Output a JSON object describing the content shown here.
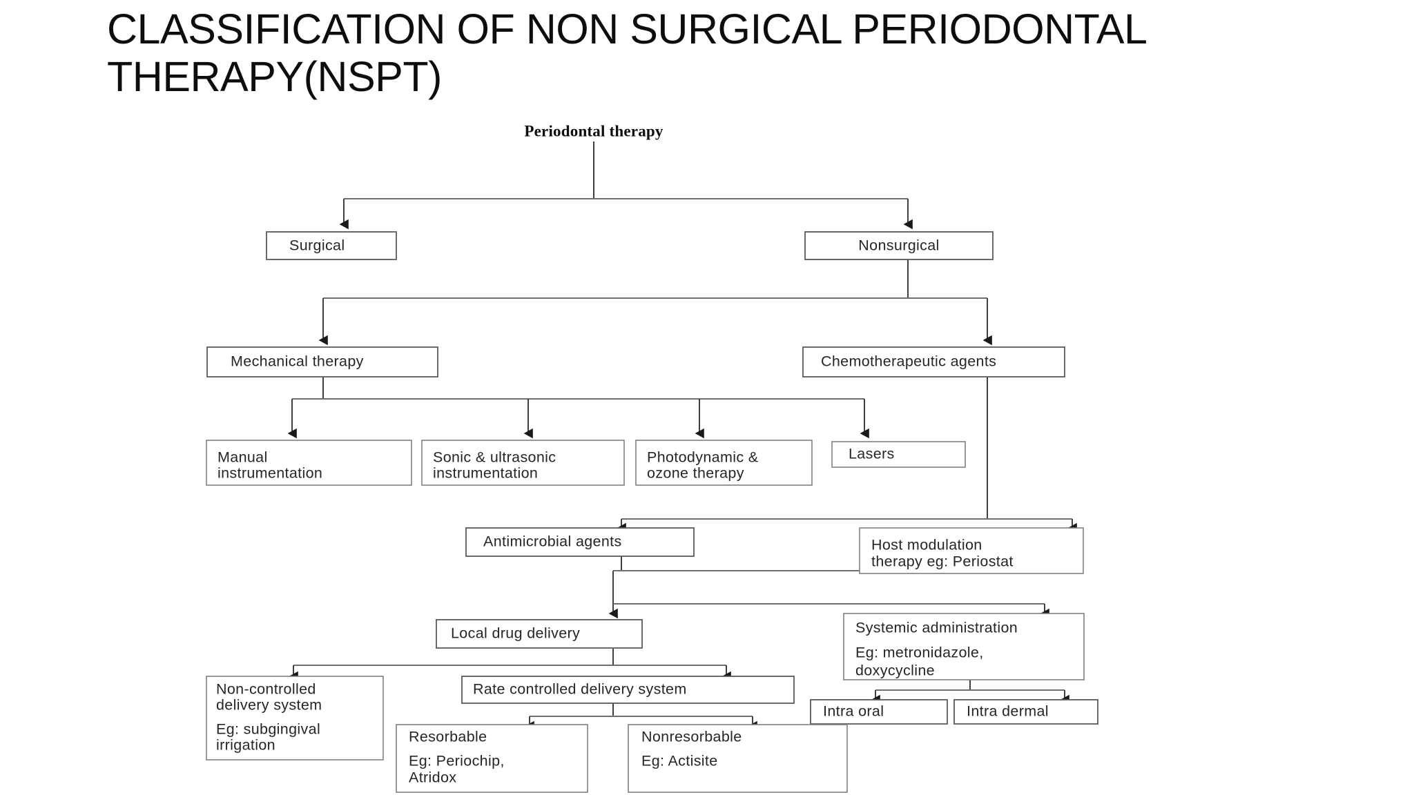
{
  "slide": {
    "title": "CLASSIFICATION OF NON SURGICAL PERIODONTAL THERAPY(NSPT)",
    "background_color": "#ffffff",
    "text_color": "#0d0d0d",
    "box_border_color": "#7f7f7f",
    "connector_color": "#3f3f3f"
  },
  "diagram": {
    "type": "flowchart",
    "orientation": "top-down",
    "root": {
      "id": "periodontal-therapy",
      "label": "Periodontal therapy",
      "boxed": false
    },
    "nodes": [
      {
        "id": "surgical",
        "label": "Surgical",
        "lines": [
          "Surgical"
        ],
        "level": 1
      },
      {
        "id": "nonsurgical",
        "label": "Nonsurgical",
        "lines": [
          "Nonsurgical"
        ],
        "level": 1
      },
      {
        "id": "mechanical-therapy",
        "label": "Mechanical therapy",
        "lines": [
          "Mechanical therapy"
        ],
        "level": 2
      },
      {
        "id": "chemotherapeutic-agents",
        "label": "Chemotherapeutic agents",
        "lines": [
          "Chemotherapeutic agents"
        ],
        "level": 2
      },
      {
        "id": "manual-instrumentation",
        "label": "Manual instrumentation",
        "lines": [
          "Manual",
          "instrumentation"
        ],
        "level": 3
      },
      {
        "id": "sonic-ultrasonic-instrumentation",
        "label": "Sonic & ultrasonic instrumentation",
        "lines": [
          "Sonic & ultrasonic",
          "instrumentation"
        ],
        "level": 3
      },
      {
        "id": "photodynamic-ozone-therapy",
        "label": "Photodynamic & ozone therapy",
        "lines": [
          "Photodynamic &",
          "ozone therapy"
        ],
        "level": 3
      },
      {
        "id": "lasers",
        "label": "Lasers",
        "lines": [
          "Lasers"
        ],
        "level": 3
      },
      {
        "id": "antimicrobial-agents",
        "label": "Antimicrobial agents",
        "lines": [
          "Antimicrobial agents"
        ],
        "level": 4
      },
      {
        "id": "host-modulation-therapy",
        "label": "Host modulation therapy eg: Periostat",
        "lines": [
          "Host modulation",
          "therapy eg: Periostat"
        ],
        "level": 4
      },
      {
        "id": "local-drug-delivery",
        "label": "Local drug delivery",
        "lines": [
          "Local drug delivery"
        ],
        "level": 5
      },
      {
        "id": "systemic-administration",
        "label": "Systemic administration Eg: metronidazole, doxycycline",
        "lines": [
          "Systemic administration",
          "",
          "Eg: metronidazole,",
          "doxycycline"
        ],
        "level": 5
      },
      {
        "id": "non-controlled-delivery-system",
        "label": "Non-controlled delivery system Eg: subgingival irrigation",
        "lines": [
          "Non-controlled",
          "delivery system",
          "",
          "Eg: subgingival",
          "irrigation"
        ],
        "level": 6
      },
      {
        "id": "rate-controlled-delivery-system",
        "label": "Rate controlled delivery system",
        "lines": [
          "Rate controlled delivery system"
        ],
        "level": 6
      },
      {
        "id": "intra-oral",
        "label": "Intra oral",
        "lines": [
          "Intra oral"
        ],
        "level": 6
      },
      {
        "id": "intra-dermal",
        "label": "Intra dermal",
        "lines": [
          "Intra dermal"
        ],
        "level": 6
      },
      {
        "id": "resorbable",
        "label": "Resorbable Eg: Periochip, Atridox",
        "lines": [
          "Resorbable",
          "",
          "Eg: Periochip,",
          "Atridox"
        ],
        "level": 7
      },
      {
        "id": "nonresorbable",
        "label": "Nonresorbable Eg: Actisite",
        "lines": [
          "Nonresorbable",
          "",
          "Eg: Actisite"
        ],
        "level": 7
      }
    ],
    "edges": [
      {
        "from": "periodontal-therapy",
        "to": "surgical"
      },
      {
        "from": "periodontal-therapy",
        "to": "nonsurgical"
      },
      {
        "from": "nonsurgical",
        "to": "mechanical-therapy"
      },
      {
        "from": "nonsurgical",
        "to": "chemotherapeutic-agents"
      },
      {
        "from": "mechanical-therapy",
        "to": "manual-instrumentation"
      },
      {
        "from": "mechanical-therapy",
        "to": "sonic-ultrasonic-instrumentation"
      },
      {
        "from": "mechanical-therapy",
        "to": "photodynamic-ozone-therapy"
      },
      {
        "from": "mechanical-therapy",
        "to": "lasers"
      },
      {
        "from": "chemotherapeutic-agents",
        "to": "antimicrobial-agents"
      },
      {
        "from": "chemotherapeutic-agents",
        "to": "host-modulation-therapy"
      },
      {
        "from": "antimicrobial-agents",
        "to": "local-drug-delivery"
      },
      {
        "from": "antimicrobial-agents",
        "to": "systemic-administration"
      },
      {
        "from": "local-drug-delivery",
        "to": "non-controlled-delivery-system"
      },
      {
        "from": "local-drug-delivery",
        "to": "rate-controlled-delivery-system"
      },
      {
        "from": "rate-controlled-delivery-system",
        "to": "resorbable"
      },
      {
        "from": "rate-controlled-delivery-system",
        "to": "nonresorbable"
      },
      {
        "from": "systemic-administration",
        "to": "intra-oral"
      },
      {
        "from": "systemic-administration",
        "to": "intra-dermal"
      }
    ]
  }
}
